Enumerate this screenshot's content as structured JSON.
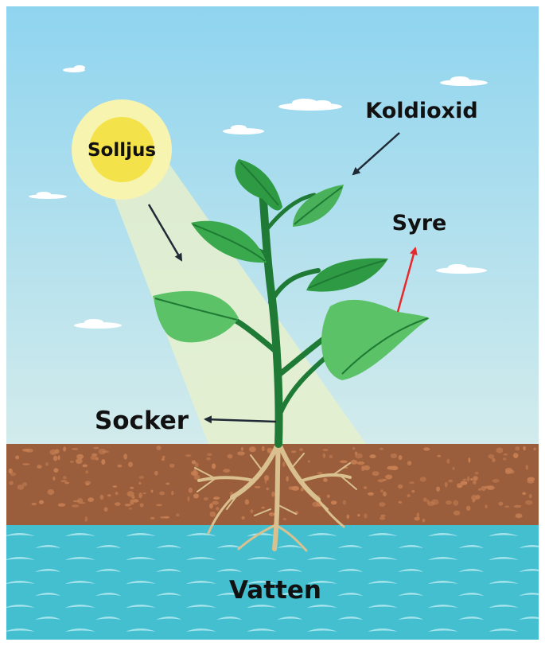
{
  "labels": {
    "sunlight": "Solljus",
    "carbon_dioxide": "Koldioxid",
    "oxygen": "Syre",
    "sugar": "Socker",
    "water": "Vatten"
  },
  "colors": {
    "sky_top": "#8fd4ef",
    "sky_bottom": "#cde9ec",
    "sun_core": "#f4e24a",
    "sun_glow": "#f7f4b0",
    "light_beam": "#e6f0cc",
    "soil": "#9a5e3c",
    "soil_pebble": "#c67e52",
    "water": "#44bfcf",
    "water_wave": "#a6e4ec",
    "leaf": "#2f9a44",
    "leaf_light": "#5cc267",
    "stem": "#1e7a34",
    "root": "#d9c08e",
    "arrow": "#1f2a35",
    "oxygen_arrow": "#e8292b"
  }
}
